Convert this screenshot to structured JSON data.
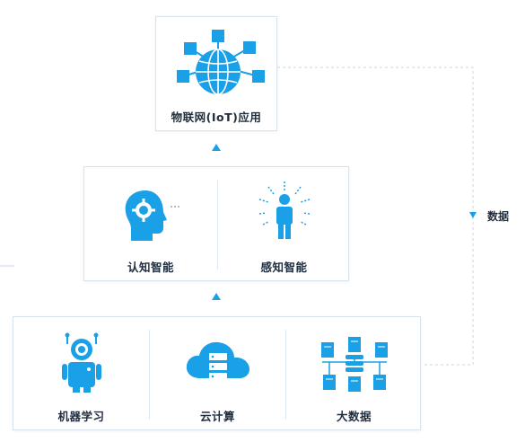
{
  "top": {
    "label": "物联网(IoT)应用",
    "icon": "globe-network-icon"
  },
  "middle": [
    {
      "label": "认知智能",
      "icon": "head-gear-icon"
    },
    {
      "label": "感知智能",
      "icon": "person-sensing-icon"
    }
  ],
  "bottom": [
    {
      "label": "机器学习",
      "icon": "robot-icon"
    },
    {
      "label": "云计算",
      "icon": "cloud-server-icon"
    },
    {
      "label": "大数据",
      "icon": "data-network-icon"
    }
  ],
  "side": {
    "label": "数据"
  },
  "colors": {
    "accent": "#1aa0e6",
    "border": "#d9e3ee",
    "dash": "#c9d6e3"
  }
}
